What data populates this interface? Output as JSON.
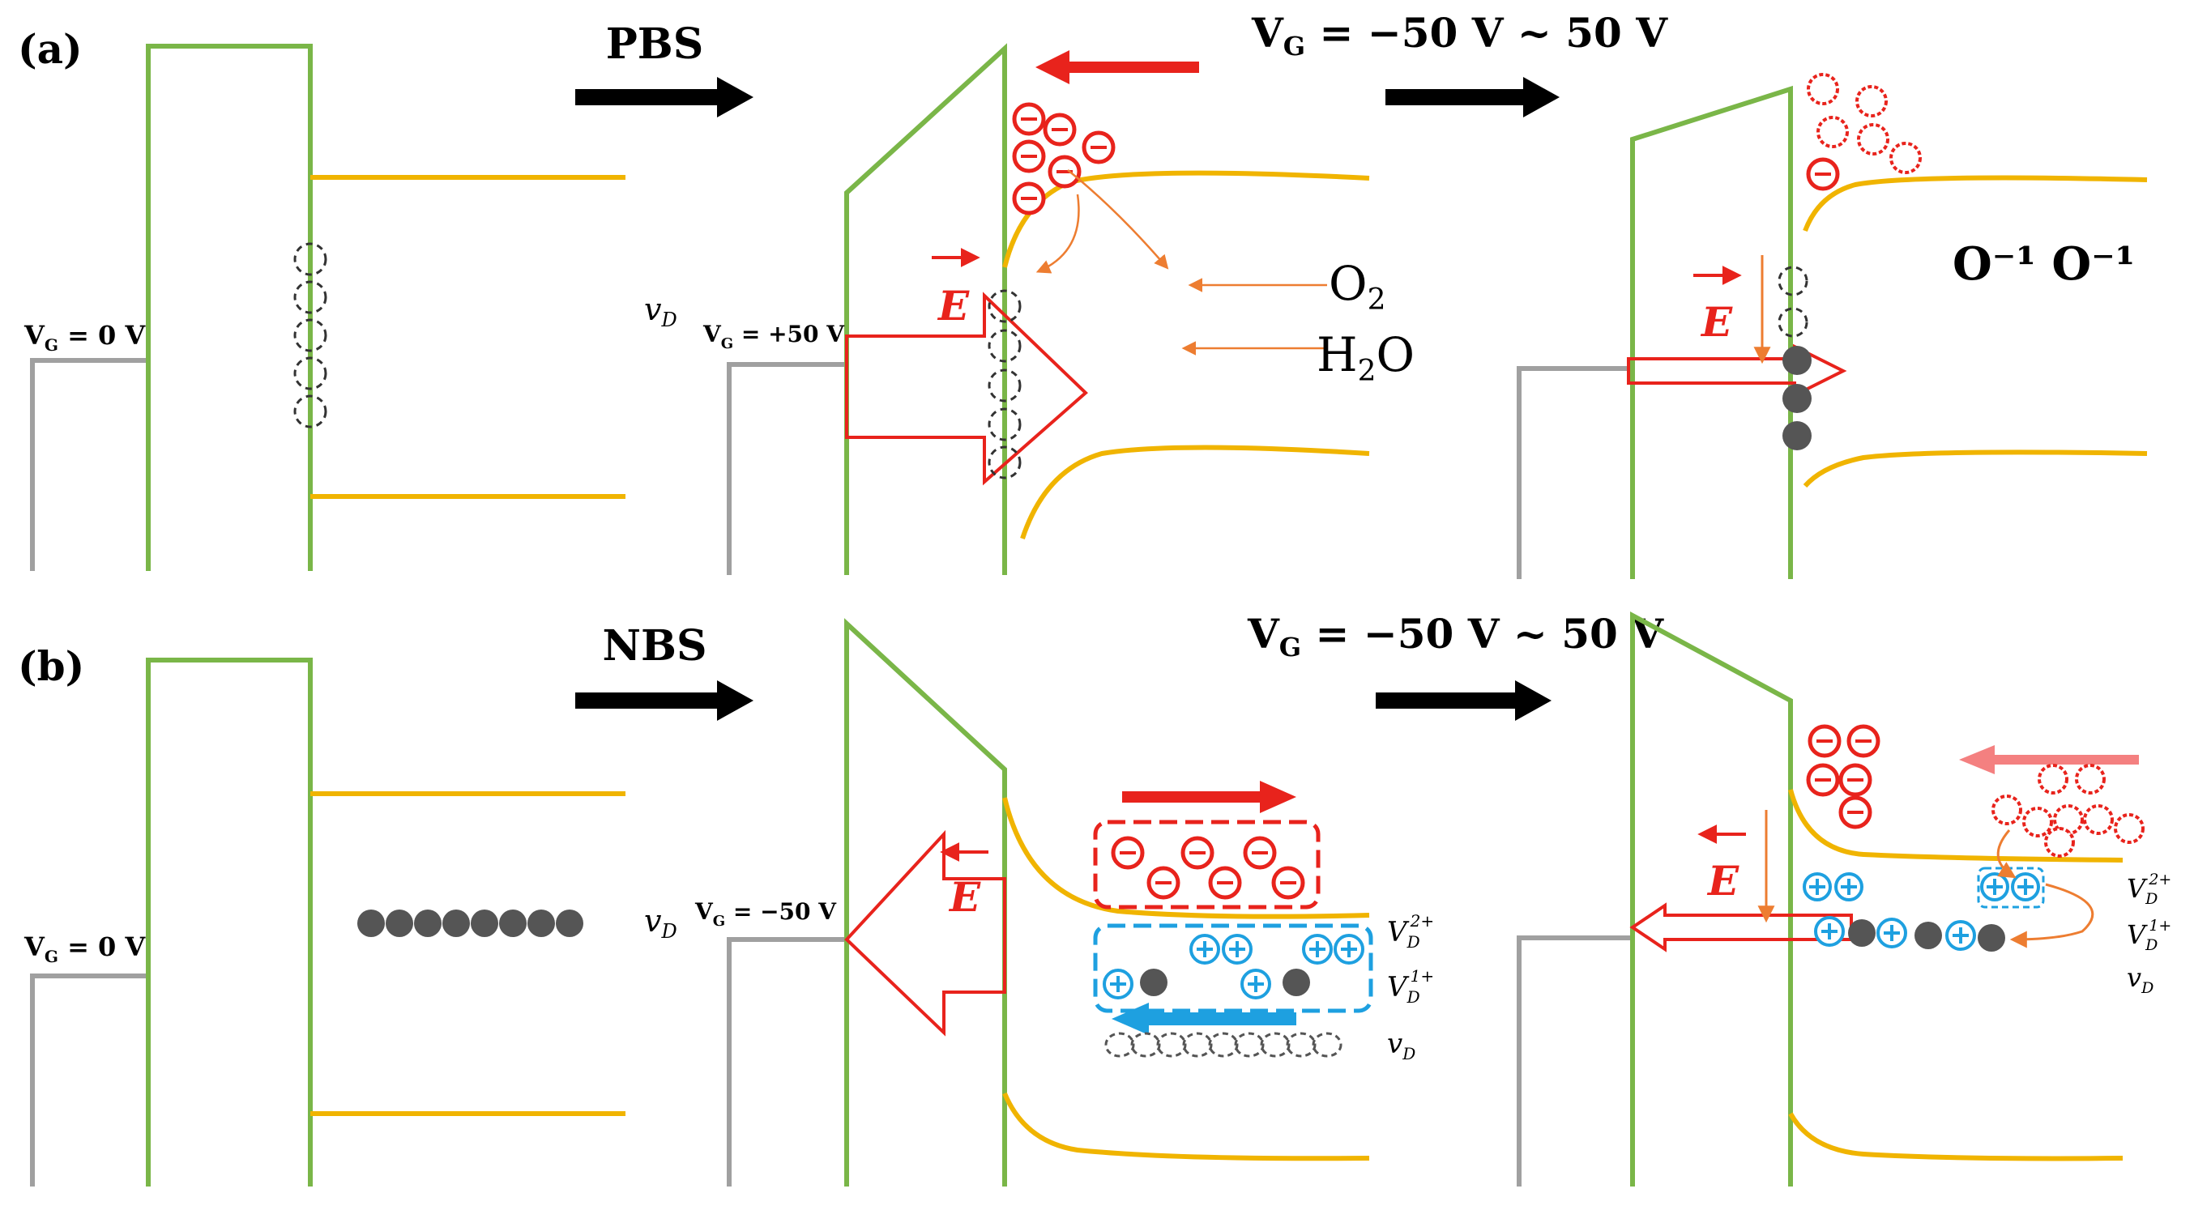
{
  "panels": {
    "a": {
      "label": "(a)",
      "step1_label": "PBS",
      "step2_label": "V",
      "step2_sub": "G",
      "step2_rest": " = −50 V ~ 50 V",
      "vg_left": {
        "v": "V",
        "sub": "G",
        "rest": " = 0 V"
      },
      "vg_mid": {
        "v": "V",
        "sub": "G",
        "rest": " = +50 V"
      },
      "vd_label": "v",
      "vd_sub": "D",
      "field_label": "E",
      "o2": {
        "base": "O",
        "sub": "2"
      },
      "h2o": {
        "a": "H",
        "sub": "2",
        "b": "O"
      },
      "ions": "O⁻¹ O⁻¹"
    },
    "b": {
      "label": "(b)",
      "step1_label": "NBS",
      "step2_label": "V",
      "step2_sub": "G",
      "step2_rest": " = −50 V ~ 50 V",
      "vg_left": {
        "v": "V",
        "sub": "G",
        "rest": " = 0 V"
      },
      "vg_mid": {
        "v": "V",
        "sub": "G",
        "rest": " = −50 V"
      },
      "vd_label": "v",
      "vd_sub": "D",
      "field_label": "E",
      "vd2": {
        "v": "V",
        "sub": "D",
        "sup": "2+"
      },
      "vd1": {
        "v": "V",
        "sub": "D",
        "sup": "1+"
      },
      "vd0": {
        "v": "v",
        "sub": "D"
      }
    }
  },
  "colors": {
    "gate_line": "#7ab648",
    "band": "#f0b400",
    "metal": "#a0a0a0",
    "arrow_red": "#e8231c",
    "arrow_blue": "#1ea0e0",
    "arrow_orange": "#ed7d31",
    "electron": "#e8231c",
    "hole": "#1ea0e0",
    "neutral_vacancy": "#555555"
  }
}
